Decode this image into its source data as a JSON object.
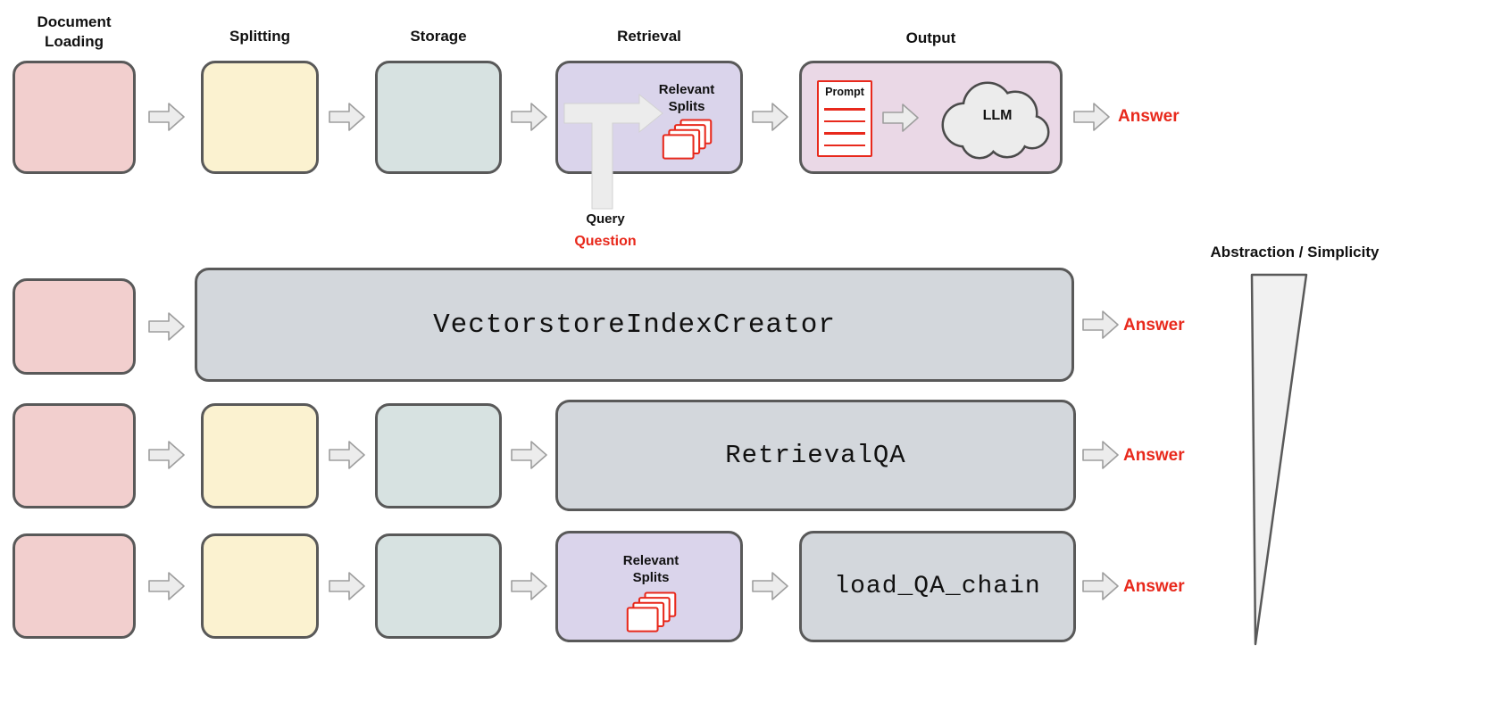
{
  "colors": {
    "pink": "#f2cfce",
    "yellow": "#fbf2d0",
    "teal": "#d7e2e1",
    "purple": "#dad4eb",
    "output_box": "#ead8e6",
    "gray_box": "#d3d7dc",
    "box_border": "#595959",
    "accent_red": "#e8291c",
    "arrow_fill": "#ececec"
  },
  "pipeline": {
    "stage_labels": {
      "document_loading": "Document\nLoading",
      "splitting": "Splitting",
      "storage": "Storage",
      "retrieval": "Retrieval",
      "output": "Output"
    },
    "retrieval_box": {
      "relevant_splits": "Relevant\nSplits"
    },
    "output_box": {
      "prompt": "Prompt",
      "llm": "LLM"
    },
    "query": "Query",
    "question": "Question",
    "answer": "Answer"
  },
  "abstractions": {
    "vectorstore_index_creator": {
      "label": "VectorstoreIndexCreator",
      "answer": "Answer"
    },
    "retrieval_qa": {
      "label": "RetrievalQA",
      "answer": "Answer"
    },
    "load_qa_chain": {
      "label": "load_QA_chain",
      "relevant_splits": "Relevant\nSplits",
      "answer": "Answer"
    }
  },
  "axis": {
    "title": "Abstraction / Simplicity"
  }
}
